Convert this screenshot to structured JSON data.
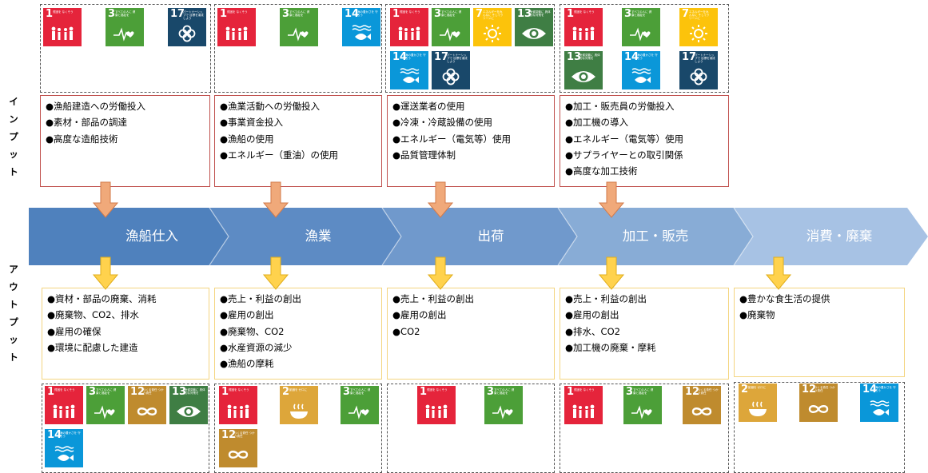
{
  "side_labels": {
    "input": [
      "イ",
      "ン",
      "プ",
      "ッ",
      "ト"
    ],
    "output": [
      "ア",
      "ウ",
      "ト",
      "プ",
      "ッ",
      "ト"
    ]
  },
  "stages": [
    "漁船仕入",
    "漁業",
    "出荷",
    "加工・販売",
    "消費・廃棄"
  ],
  "inputs": [
    [
      "●漁船建造への労働投入",
      "●素材・部品の調達",
      "●高度な造船技術"
    ],
    [
      "●漁業活動への労働投入",
      "●事業資金投入",
      "●漁船の使用",
      "●エネルギー（重油）の使用"
    ],
    [
      "●運送業者の使用",
      "●冷凍・冷蔵設備の使用",
      "●エネルギー（電気等）使用",
      "●品質管理体制"
    ],
    [
      "●加工・販売員の労働投入",
      "●加工機の導入",
      "●エネルギー（電気等）使用",
      "●サプライヤーとの取引関係",
      "●高度な加工技術"
    ]
  ],
  "outputs": [
    [
      "●資材・部品の廃棄、消耗",
      "●廃棄物、CO2、排水",
      "●雇用の確保",
      "●環境に配慮した建造"
    ],
    [
      "●売上・利益の創出",
      "●雇用の創出",
      "●廃棄物、CO2",
      "●水産資源の減少",
      "●漁船の摩耗"
    ],
    [
      "●売上・利益の創出",
      "●雇用の創出",
      "●CO2"
    ],
    [
      "●売上・利益の創出",
      "●雇用の創出",
      "●排水、CO2",
      "●加工機の廃棄・摩耗"
    ],
    [
      "●豊かな食生活の提供",
      "●廃棄物"
    ]
  ],
  "sdg_goals": {
    "1": {
      "num": "1",
      "text": "貧困を なくそう",
      "color": "#e5243b",
      "icon": "people-icon"
    },
    "2": {
      "num": "2",
      "text": "飢餓を ゼロに",
      "color": "#dda63a",
      "icon": "bowl-icon"
    },
    "3": {
      "num": "3",
      "text": "すべての人に 健康と福祉を",
      "color": "#4c9f38",
      "icon": "heartbeat-icon"
    },
    "7": {
      "num": "7",
      "text": "エネルギーをみんなに そしてクリーンに",
      "color": "#fcc30b",
      "icon": "sun-icon"
    },
    "12": {
      "num": "12",
      "text": "つくる責任 つかう責任",
      "color": "#bf8b2e",
      "icon": "infinity-icon"
    },
    "13": {
      "num": "13",
      "text": "気候変動に 具体的な対策を",
      "color": "#3f7e44",
      "icon": "eye-globe-icon"
    },
    "14": {
      "num": "14",
      "text": "海の豊かさを 守ろう",
      "color": "#0a97d9",
      "icon": "fish-icon"
    },
    "17": {
      "num": "17",
      "text": "パートナーシップで 目標を達成しよう",
      "color": "#19486a",
      "icon": "flower-icon"
    }
  },
  "input_sdg_boxes": [
    [
      [
        1,
        3,
        17
      ]
    ],
    [
      [
        1,
        3,
        14
      ]
    ],
    [
      [
        1,
        3,
        7,
        13
      ],
      [
        14,
        17
      ]
    ],
    [
      [
        1,
        3,
        7
      ],
      [
        13,
        14,
        17
      ]
    ]
  ],
  "output_sdg_boxes": [
    [
      [
        1,
        3,
        12,
        13
      ],
      [
        14
      ]
    ],
    [
      [
        1,
        2,
        3
      ],
      [
        12
      ]
    ],
    [
      [
        1,
        3
      ]
    ],
    [
      [
        1,
        3,
        12
      ]
    ],
    [
      [
        2,
        12,
        14
      ]
    ]
  ],
  "colors": {
    "chevrons": [
      "#4f81bd",
      "#5d8bc4",
      "#7099cc",
      "#88acd6",
      "#a7c2e4"
    ],
    "input_arrow": "#f0a97a",
    "output_arrow": "#ffd24d",
    "input_border": "#c0504d",
    "output_border": "#f4d580"
  }
}
